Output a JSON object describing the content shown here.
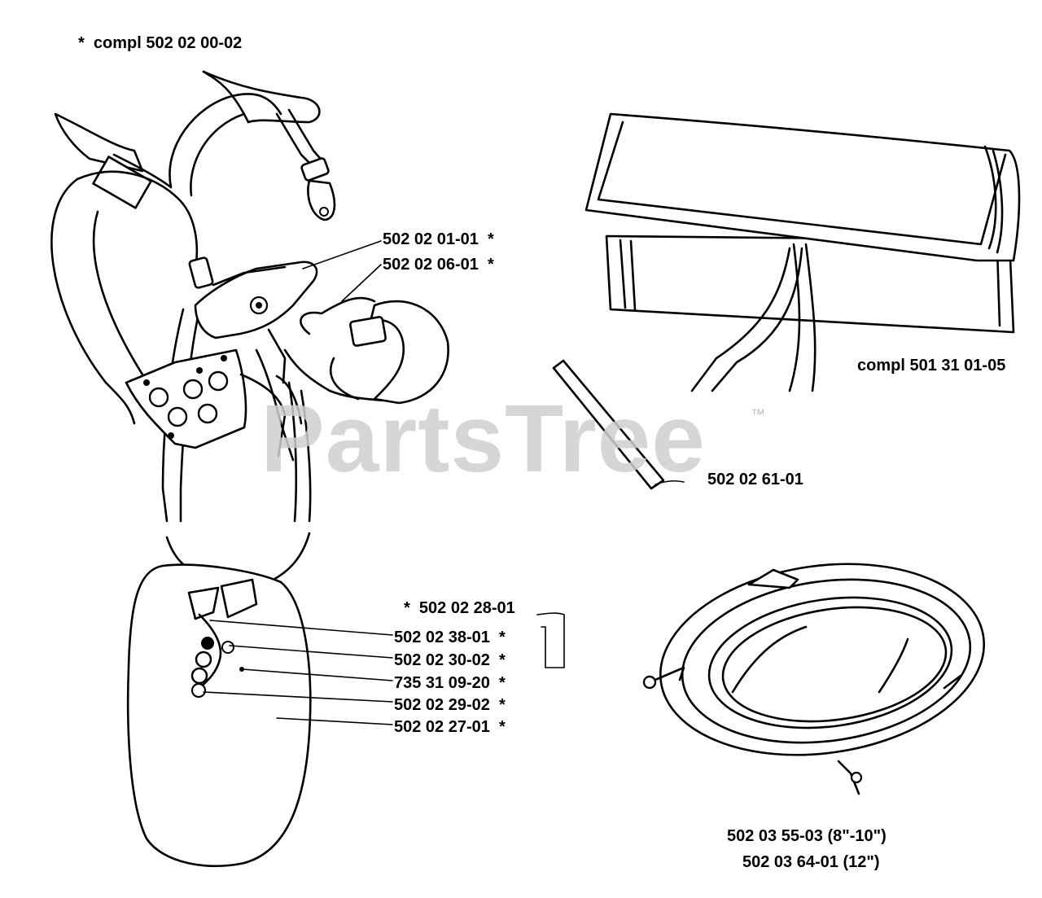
{
  "watermark": {
    "text": "PartsTree",
    "trademark": "™"
  },
  "labels": {
    "harness_compl": "*  compl 502 02 00-02",
    "part_502_02_01_01": "502 02 01-01  *",
    "part_502_02_06_01": "502 02 06-01  *",
    "bag_compl": "compl 501 31 01-05",
    "part_502_02_61_01": "502 02 61-01",
    "part_502_02_28_01": "*  502 02 28-01",
    "part_502_02_38_01": "502 02 38-01  *",
    "part_502_02_30_02": "502 02 30-02  *",
    "part_735_31_09_20": "735 31 09-20  *",
    "part_502_02_29_02": "502 02 29-02  *",
    "part_502_02_27_01": "502 02 27-01  *",
    "ring_part_1": "502 03 55-03 (8\"-10\")",
    "ring_part_2": "502 03 64-01 (12\")"
  },
  "colors": {
    "ink": "#000000",
    "watermark": "#cfcfcf",
    "background": "#ffffff"
  }
}
